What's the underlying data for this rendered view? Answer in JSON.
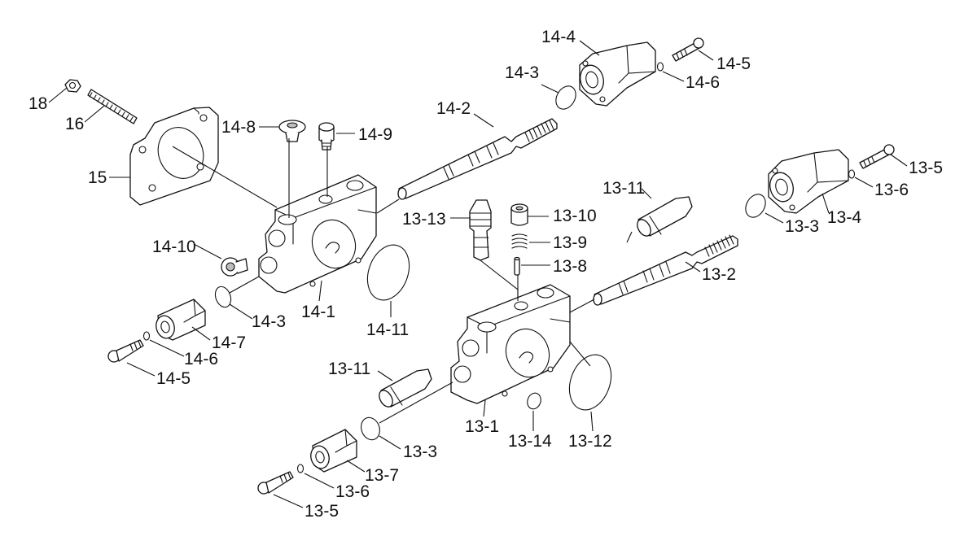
{
  "colors": {
    "line": "#111111",
    "background": "#ffffff",
    "shade": "#e2e2e2"
  },
  "callouts": [
    {
      "id": "c18",
      "text": "18"
    },
    {
      "id": "c16",
      "text": "16"
    },
    {
      "id": "c15",
      "text": "15"
    },
    {
      "id": "c14_8",
      "text": "14-8"
    },
    {
      "id": "c14_9",
      "text": "14-9"
    },
    {
      "id": "c14_2",
      "text": "14-2"
    },
    {
      "id": "c14_4",
      "text": "14-4"
    },
    {
      "id": "c14_3a",
      "text": "14-3"
    },
    {
      "id": "c14_5a",
      "text": "14-5"
    },
    {
      "id": "c14_6a",
      "text": "14-6"
    },
    {
      "id": "c14_10",
      "text": "14-10"
    },
    {
      "id": "c14_3b",
      "text": "14-3"
    },
    {
      "id": "c14_1",
      "text": "14-1"
    },
    {
      "id": "c14_11",
      "text": "14-11"
    },
    {
      "id": "c14_7",
      "text": "14-7"
    },
    {
      "id": "c14_6b",
      "text": "14-6"
    },
    {
      "id": "c14_5b",
      "text": "14-5"
    },
    {
      "id": "c13_11a",
      "text": "13-11"
    },
    {
      "id": "c13_13",
      "text": "13-13"
    },
    {
      "id": "c13_10",
      "text": "13-10"
    },
    {
      "id": "c13_9",
      "text": "13-9"
    },
    {
      "id": "c13_8",
      "text": "13-8"
    },
    {
      "id": "c13_2",
      "text": "13-2"
    },
    {
      "id": "c13_5a",
      "text": "13-5"
    },
    {
      "id": "c13_6a",
      "text": "13-6"
    },
    {
      "id": "c13_3a",
      "text": "13-3"
    },
    {
      "id": "c13_4",
      "text": "13-4"
    },
    {
      "id": "c13_11b",
      "text": "13-11"
    },
    {
      "id": "c13_1",
      "text": "13-1"
    },
    {
      "id": "c13_14",
      "text": "13-14"
    },
    {
      "id": "c13_12",
      "text": "13-12"
    },
    {
      "id": "c13_3b",
      "text": "13-3"
    },
    {
      "id": "c13_7",
      "text": "13-7"
    },
    {
      "id": "c13_6b",
      "text": "13-6"
    },
    {
      "id": "c13_5b",
      "text": "13-5"
    }
  ]
}
